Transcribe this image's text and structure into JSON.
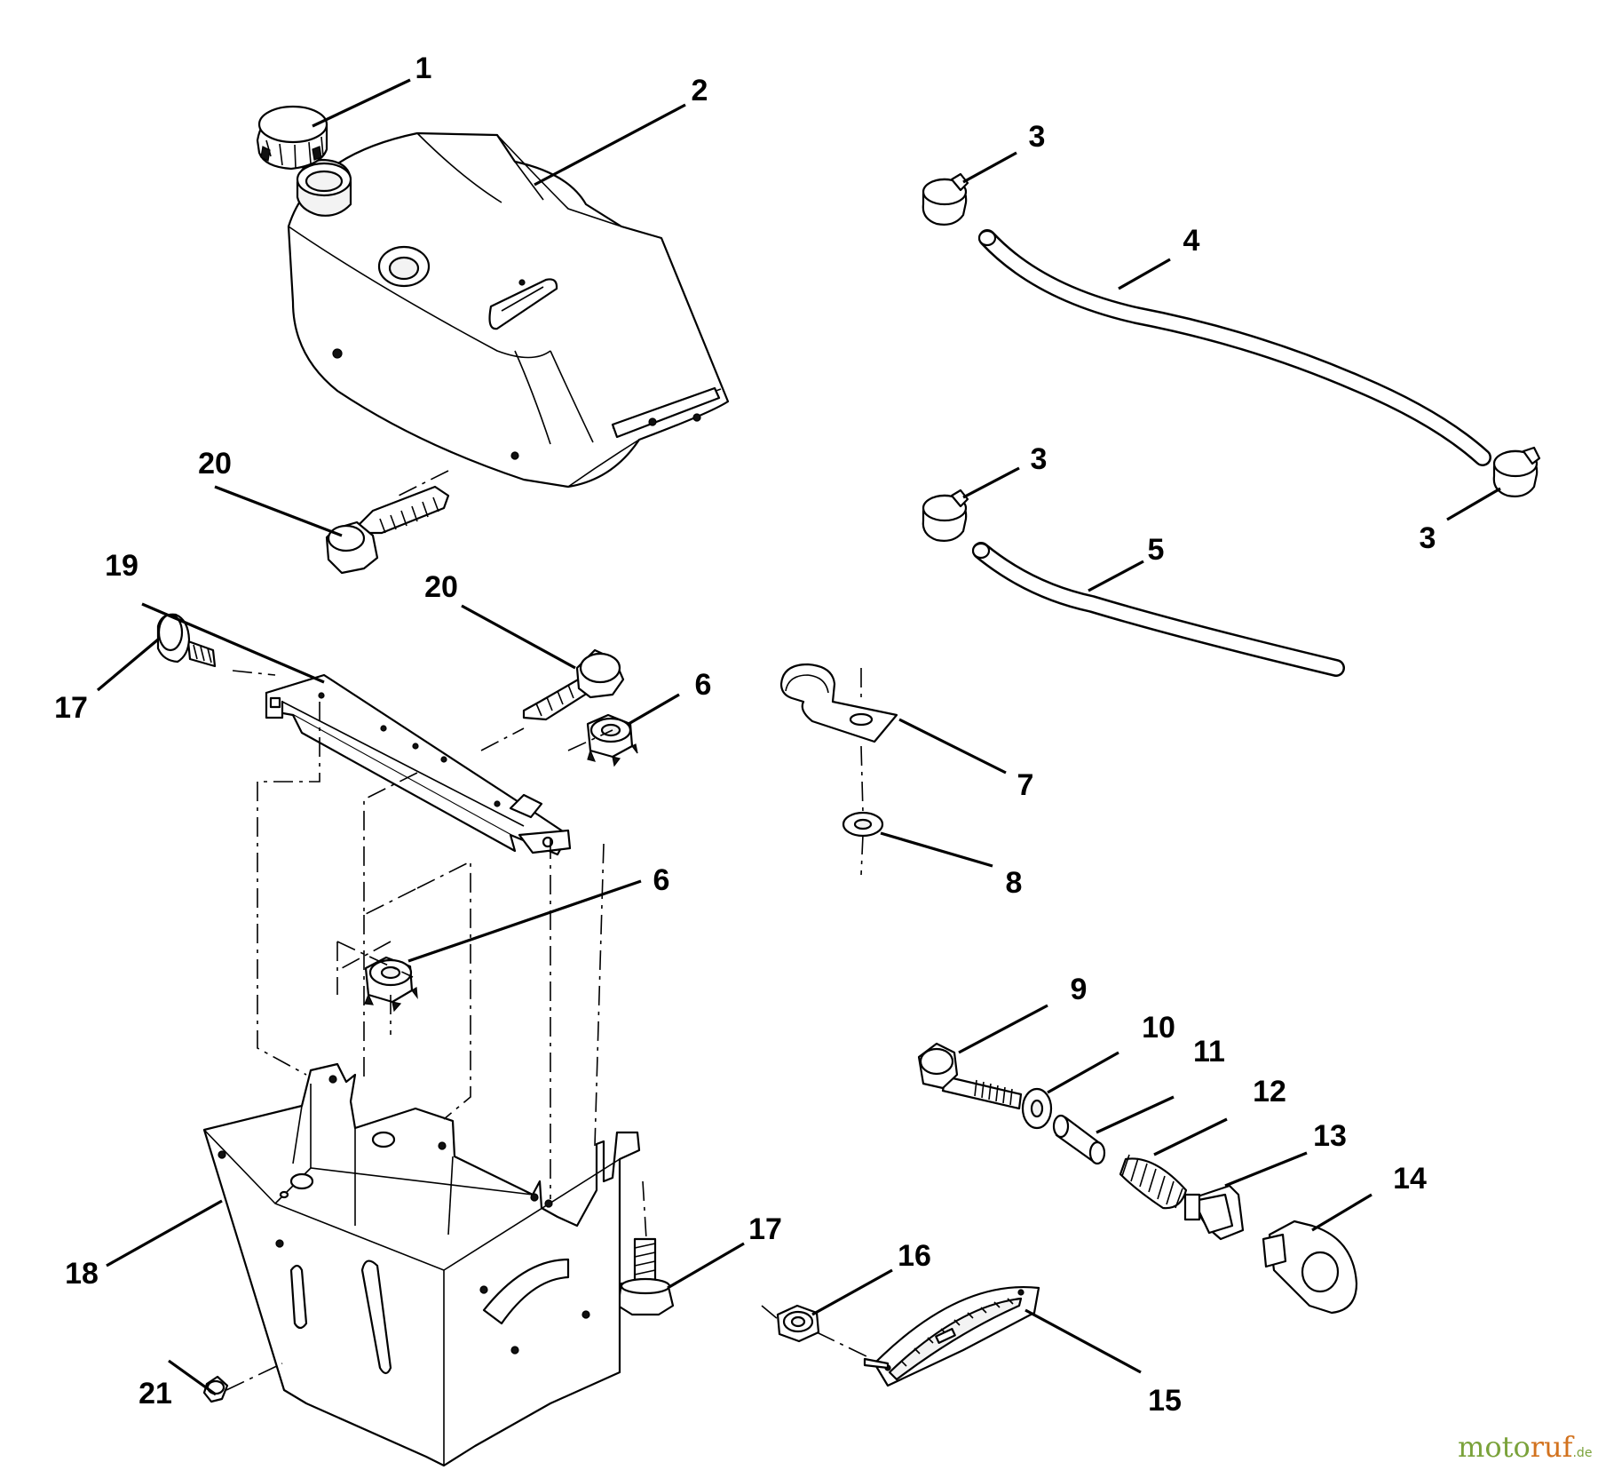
{
  "callouts": {
    "c1": "1",
    "c2": "2",
    "c3a": "3",
    "c3b": "3",
    "c3c": "3",
    "c4": "4",
    "c5": "5",
    "c6a": "6",
    "c6b": "6",
    "c7": "7",
    "c8": "8",
    "c9": "9",
    "c10": "10",
    "c11": "11",
    "c12": "12",
    "c13": "13",
    "c14": "14",
    "c15": "15",
    "c16": "16",
    "c17a": "17",
    "c17b": "17",
    "c18": "18",
    "c19": "19",
    "c20a": "20",
    "c20b": "20",
    "c21": "21"
  },
  "watermark": {
    "part1": "moto",
    "part2": "ruf",
    "suffix": ".de"
  },
  "colors": {
    "line": "#000000",
    "background": "#ffffff",
    "watermark_green": "#7aa23a",
    "watermark_orange": "#d2721e"
  }
}
